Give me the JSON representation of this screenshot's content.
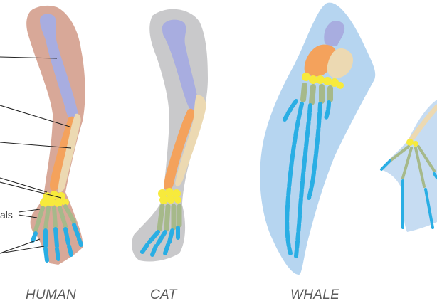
{
  "captions": {
    "human": "HUMAN",
    "cat": "CAT",
    "whale": "WHALE"
  },
  "partial_label": "als",
  "colors": {
    "humerus": "#a8ade0",
    "radius_ulna_orange": "#f4a25c",
    "radius_ulna_tan": "#ecd9b2",
    "carpals": "#f7ea3c",
    "metacarpals": "#a6b98a",
    "phalanges": "#29aee4",
    "human_skin": "#d8a898",
    "cat_fur": "#c9c9cb",
    "whale_flipper": "#b6d5f0",
    "bat_wing": "#c6dcf2"
  }
}
